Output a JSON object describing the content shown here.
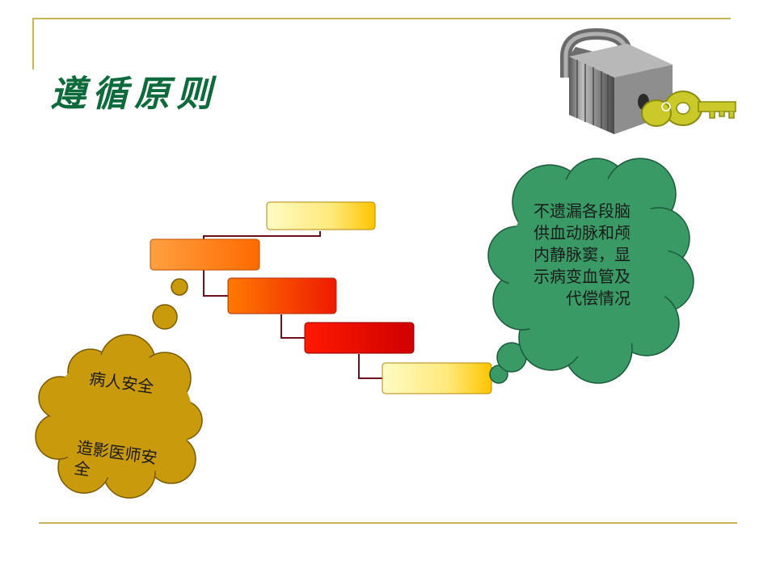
{
  "slide": {
    "title": "遵循原则"
  },
  "green_cloud": {
    "text": "不遗漏各段脑供血动脉和颅内静脉窦，显示病变血管及代偿情况"
  },
  "gold_cloud": {
    "line1": "病人安全",
    "line2": "造影医师安全"
  },
  "colors": {
    "title": "#0d6a3a",
    "accent_line": "#c8b45a",
    "green_cloud": "#3a9a66",
    "gold_cloud": "#c89a0c",
    "connector": "#6b0f1a"
  },
  "icons": {
    "lock": "padlock-icon",
    "key": "key-icon"
  }
}
